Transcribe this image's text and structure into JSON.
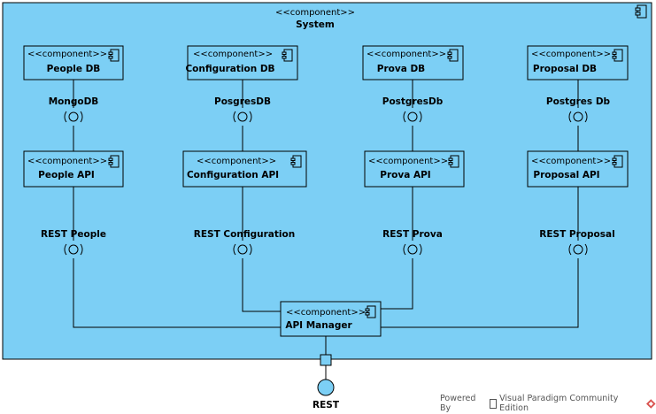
{
  "system": {
    "stereotype": "<<component>>",
    "name": "System"
  },
  "databases": [
    {
      "stereotype": "<<component>>",
      "name": "People DB"
    },
    {
      "stereotype": "<<component>>",
      "name": "Configuration DB"
    },
    {
      "stereotype": "<<component>>",
      "name": "Prova DB"
    },
    {
      "stereotype": "<<component>>",
      "name": "Proposal DB"
    }
  ],
  "db_interfaces": [
    "MongoDB",
    "PosgresDB",
    "PostgresDb",
    "Postgres Db"
  ],
  "apis": [
    {
      "stereotype": "<<component>>",
      "name": "People API"
    },
    {
      "stereotype": "<<component>>",
      "name": "Configuration API"
    },
    {
      "stereotype": "<<component>>",
      "name": "Prova API"
    },
    {
      "stereotype": "<<component>>",
      "name": "Proposal API"
    }
  ],
  "rest_interfaces": [
    "REST People",
    "REST Configuration",
    "REST Prova",
    "REST Proposal"
  ],
  "manager": {
    "stereotype": "<<component>>",
    "name": "API Manager"
  },
  "port_interface": "REST",
  "footer": {
    "prefix": "Powered By",
    "suffix": "Visual Paradigm Community Edition"
  },
  "colors": {
    "fill": "#7ccff5",
    "stroke": "#000000",
    "footer_logo": "#d9534f"
  }
}
